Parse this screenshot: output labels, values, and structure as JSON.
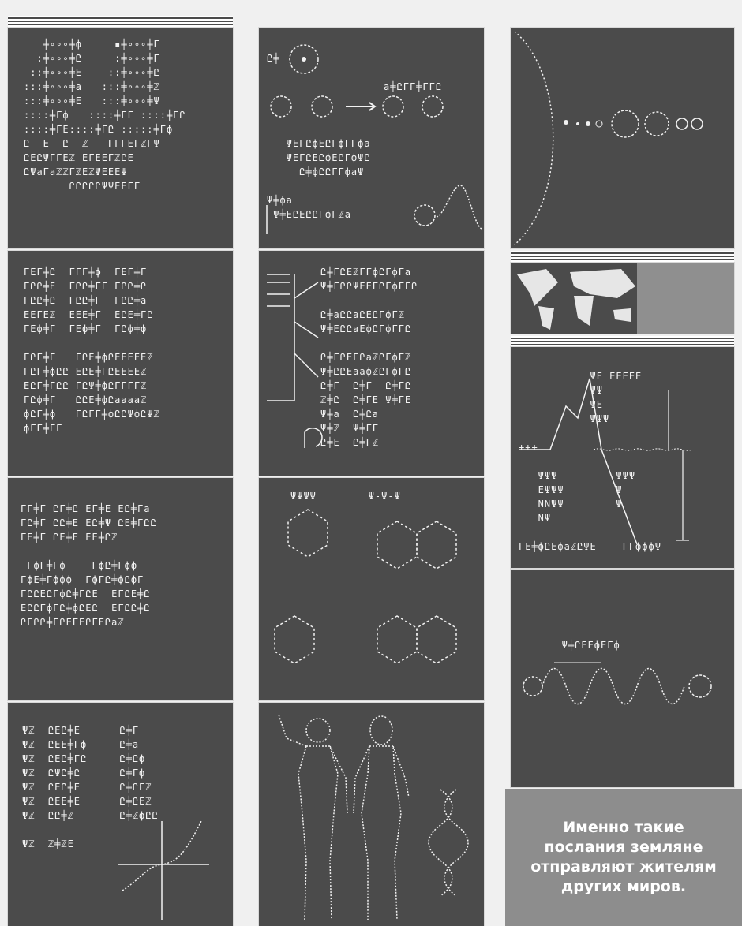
{
  "caption": {
    "lines": [
      "Именно такие",
      "послания земляне",
      "отправляют жителям",
      "других миров."
    ]
  },
  "colors": {
    "panel": "#4b4b4b",
    "line": "#f2f2f2",
    "caption_bg": "#8d8d8d",
    "caption_text": "#ffffff",
    "map_land": "#e6e6e6",
    "map_side": "#8f8f8f"
  },
  "panels": [
    {
      "id": "numbers",
      "name": "numbers-panel"
    },
    {
      "id": "operations",
      "name": "operations-panel"
    },
    {
      "id": "fractions",
      "name": "fractions-panel"
    },
    {
      "id": "math",
      "name": "math-panel"
    },
    {
      "id": "hydrogen",
      "name": "hydrogen-panel"
    },
    {
      "id": "isotopes",
      "name": "isotopes-panel"
    },
    {
      "id": "molecules",
      "name": "molecules-panel"
    },
    {
      "id": "humans",
      "name": "humans-panel"
    },
    {
      "id": "solar",
      "name": "solar-system-panel"
    },
    {
      "id": "map",
      "name": "world-map-panel"
    },
    {
      "id": "altitude",
      "name": "altitude-panel"
    },
    {
      "id": "wave",
      "name": "wave-panel"
    }
  ]
}
